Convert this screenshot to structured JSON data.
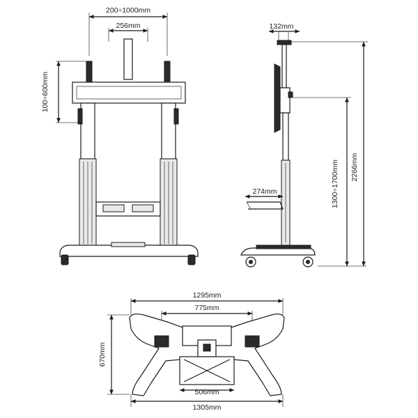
{
  "dimensions": {
    "front_top_width": "200÷1000mm",
    "front_pole_width": "256mm",
    "front_vertical_adjust": "100÷600mm",
    "side_top_width": "132mm",
    "side_shelf_depth": "274mm",
    "side_height_adjust": "1300÷1700mm",
    "side_total_height": "2266mm",
    "base_outer_width": "1295mm",
    "base_inner_width": "775mm",
    "base_depth": "670mm",
    "base_center_width": "506mm",
    "base_bottom_width": "1305mm"
  },
  "colors": {
    "line": "#1a1a1a",
    "dark_part": "#2a2a2a",
    "background": "#ffffff"
  }
}
